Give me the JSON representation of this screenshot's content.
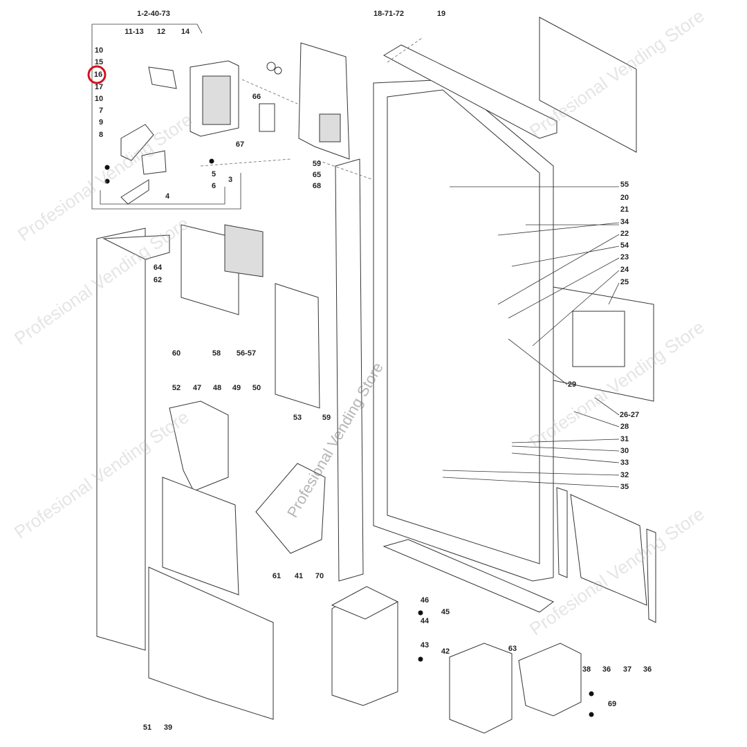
{
  "diagram": {
    "highlight_label": "16",
    "highlight_color": "#d0121b",
    "labels": [
      "1-2-40-73",
      "11-13",
      "12",
      "14",
      "10",
      "15",
      "16",
      "17",
      "10",
      "7",
      "9",
      "8",
      "5",
      "6",
      "3",
      "4",
      "66",
      "67",
      "18-71-72",
      "19",
      "55",
      "20",
      "21",
      "34",
      "22",
      "54",
      "23",
      "24",
      "25",
      "59",
      "65",
      "68",
      "64",
      "62",
      "60",
      "58",
      "56-57",
      "53",
      "59",
      "29",
      "26-27",
      "28",
      "31",
      "30",
      "33",
      "32",
      "35",
      "52",
      "47",
      "48",
      "49",
      "50",
      "61",
      "41",
      "70",
      "46",
      "45",
      "44",
      "43",
      "42",
      "63",
      "38",
      "36",
      "37",
      "36",
      "69",
      "51",
      "39"
    ],
    "watermark": "Profesional Vending Store",
    "center_watermark": "Profesional Vending Store"
  }
}
